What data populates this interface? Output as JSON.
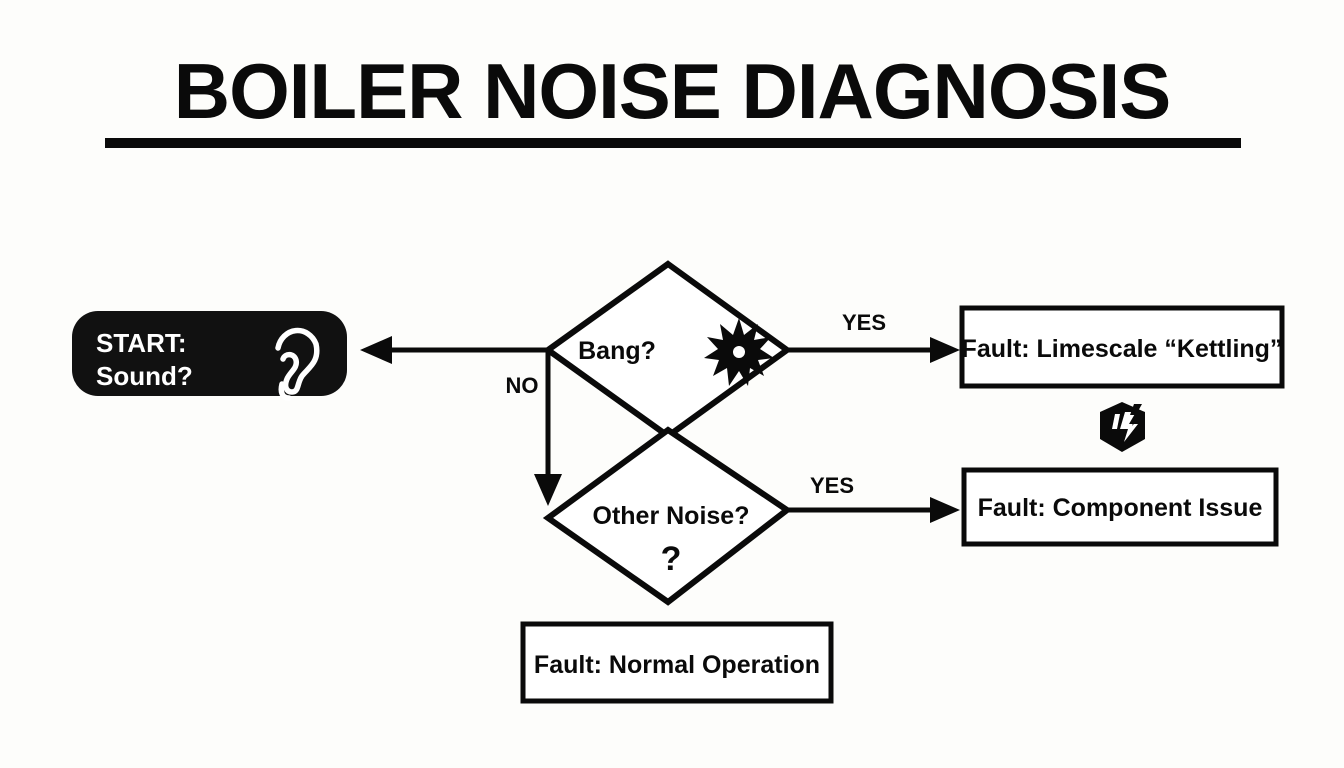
{
  "page": {
    "title": "BOILER NOISE DIAGNOSIS",
    "background_color": "#fdfdfb",
    "ink_color": "#0a0a0a"
  },
  "header": {
    "title": "BOILER NOISE DIAGNOSIS",
    "rule_present": true
  },
  "flowchart": {
    "start_node": {
      "line1": "START:",
      "line2": "Sound?",
      "icon": "ear-icon",
      "fill_color": "#111111",
      "text_color": "#ffffff"
    },
    "decisions": [
      {
        "id": "bang",
        "label": "Bang?",
        "icon": "explosion-icon",
        "yes_label": "YES",
        "no_label": "NO"
      },
      {
        "id": "other-noise",
        "label": "Other Noise?",
        "sublabel": "?",
        "yes_label": "YES"
      }
    ],
    "outcomes": [
      {
        "id": "limescale",
        "label": "Fault: Limescale “Kettling”"
      },
      {
        "id": "component",
        "label": "Fault: Component Issue"
      },
      {
        "id": "normal",
        "label": "Fault: Normal Operation"
      }
    ],
    "decorations": [
      {
        "id": "crack-bolt",
        "icon": "crack-lightning-icon"
      }
    ],
    "edges": [
      {
        "from": "bang",
        "to": "limescale",
        "label": "YES"
      },
      {
        "from": "bang",
        "to": "start",
        "label": ""
      },
      {
        "from": "bang",
        "to": "other-noise",
        "label": "NO"
      },
      {
        "from": "other-noise",
        "to": "component",
        "label": "YES"
      }
    ]
  }
}
